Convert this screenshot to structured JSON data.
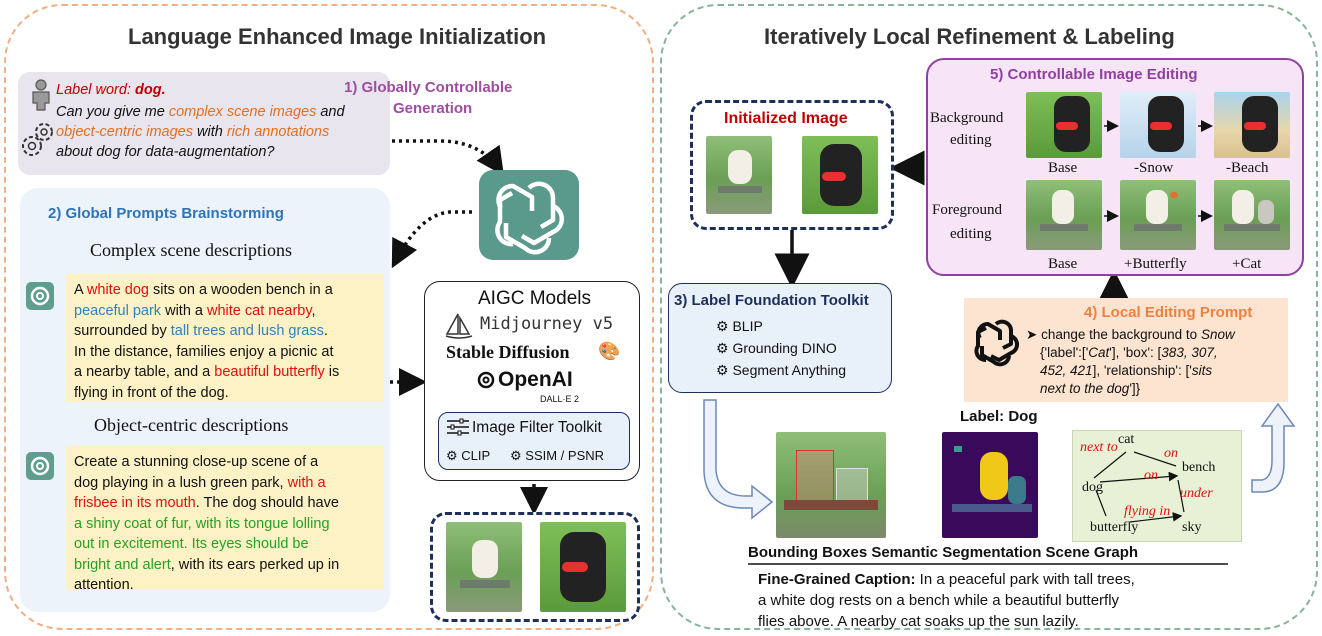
{
  "left": {
    "title": "Language Enhanced Image Initialization",
    "query": {
      "label_prefix": "Label word: ",
      "label_value": "dog.",
      "line1_a": "Can you give me ",
      "line1_b": "complex scene images",
      "line1_c": " and",
      "line2_a": "object-centric images",
      "line2_b": " with ",
      "line2_c": "rich annotations",
      "line3": "about dog for data-augmentation?"
    },
    "step1": {
      "line1": "1) Globally Controllable",
      "line2": "Generation"
    },
    "step2": {
      "title": "2) Global Prompts Brainstorming"
    },
    "complex": {
      "heading": "Complex scene descriptions",
      "t1": "A ",
      "t2": "white dog",
      "t3": " sits on a wooden bench in a",
      "t4": "peaceful park",
      "t5": " with a ",
      "t6": "white cat nearby",
      "t7": ",",
      "t8": "surrounded by ",
      "t9": "tall trees and lush grass",
      "t10": ".",
      "t11": "In the distance, families enjoy a picnic at",
      "t12": "a nearby table, and a ",
      "t13": "beautiful butterfly",
      "t14": " is",
      "t15": "flying in front of the dog."
    },
    "object": {
      "heading": "Object-centric descriptions",
      "t1": "Create a stunning close-up scene of a",
      "t2": "dog playing in a lush green park, ",
      "t3": "with a",
      "t4": "frisbee in its mouth",
      "t5": ". The dog should have",
      "t6": "a shiny coat of fur, with its tongue lolling",
      "t7": "out in excitement. Its eyes should be",
      "t8": "bright and alert",
      "t9": ", with its ears perked up in",
      "t10": "attention."
    },
    "aigc": {
      "title": "AIGC Models",
      "midjourney": "Midjourney v5",
      "stable": "Stable Diffusion",
      "openai": "OpenAI",
      "dalle": "DALL·E 2",
      "filter_title": "Image Filter Toolkit",
      "clip": "CLIP",
      "ssim": "SSIM / PSNR"
    }
  },
  "right": {
    "title": "Iteratively Local Refinement & Labeling",
    "initialized": "Initialized Image",
    "toolkit": {
      "title": "3) Label Foundation Toolkit",
      "items": [
        "BLIP",
        "Grounding DINO",
        "Segment Anything"
      ]
    },
    "editing": {
      "title": "5) Controllable Image Editing",
      "bg_line1": "Background",
      "bg_line2": "editing",
      "fg_line1": "Foreground",
      "fg_line2": "editing",
      "bg_captions": [
        "Base",
        "-Snow",
        "-Beach"
      ],
      "fg_captions": [
        "Base",
        "+Butterfly",
        "+Cat"
      ]
    },
    "prompt": {
      "title": "4) Local Editing Prompt",
      "l1a": "change the background to ",
      "l1b": "Snow",
      "l2a": "{'label':['",
      "l2b": "Cat",
      "l2c": "'], 'box': [",
      "l2d": "383, 307,",
      "l3a": "452, 421",
      "l3b": "], 'relationship': ['",
      "l3c": "sits",
      "l4a": "next to the dog",
      "l4b": "']}"
    },
    "label_dog": "Label: Dog",
    "outputs_label": "Bounding Boxes Semantic Segmentation Scene Graph",
    "scene_graph": {
      "nodes": [
        "cat",
        "bench",
        "dog",
        "butterfly",
        "sky"
      ],
      "relations": [
        "next to",
        "on",
        "on",
        "under",
        "flying in"
      ]
    },
    "caption": {
      "label": "Fine-Grained Caption:",
      "l1": " In a peaceful park with tall trees,",
      "l2": "a white dog rests on a bench while a beautiful butterfly",
      "l3": "flies above. A nearby cat soaks up the sun lazily."
    }
  },
  "colors": {
    "left_frame": "#f0b087",
    "right_frame": "#8ab49a",
    "gpt_green": "#5a9a8c",
    "navy": "#1d2f5a",
    "purple": "#9040a0",
    "orange": "#f08040"
  }
}
